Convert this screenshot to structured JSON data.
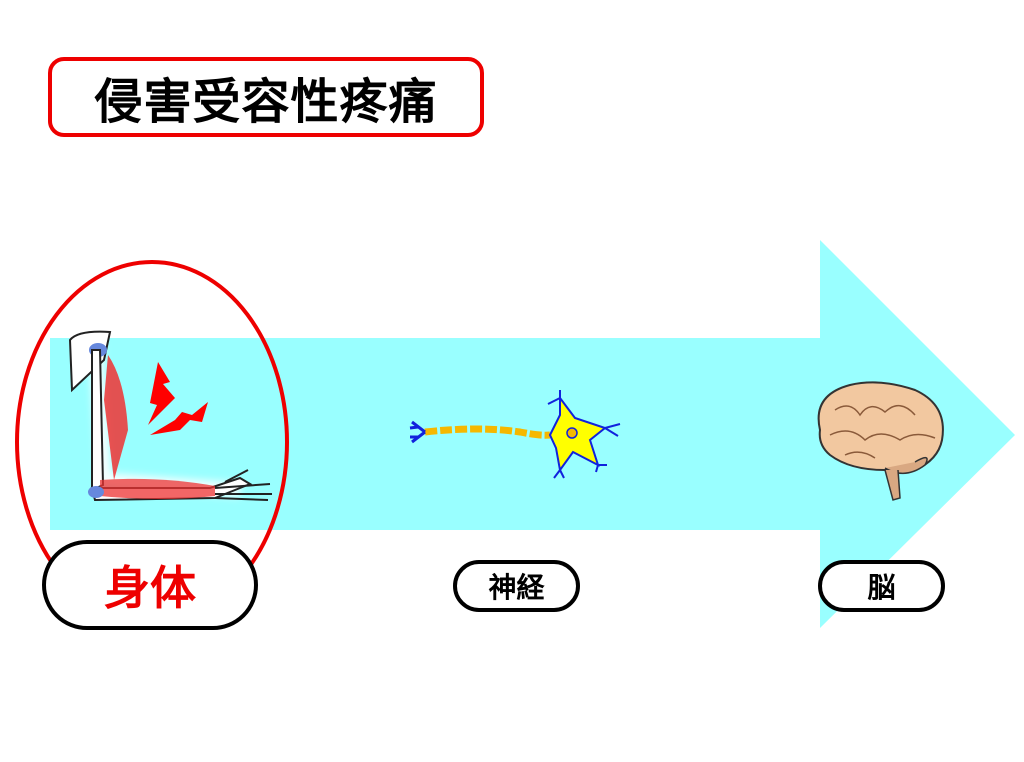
{
  "title": "侵害受容性疼痛",
  "stages": [
    {
      "label": "身体"
    },
    {
      "label": "神経"
    },
    {
      "label": "脳"
    }
  ],
  "colors": {
    "arrow": "#99ffff",
    "accent": "#ee0000"
  }
}
